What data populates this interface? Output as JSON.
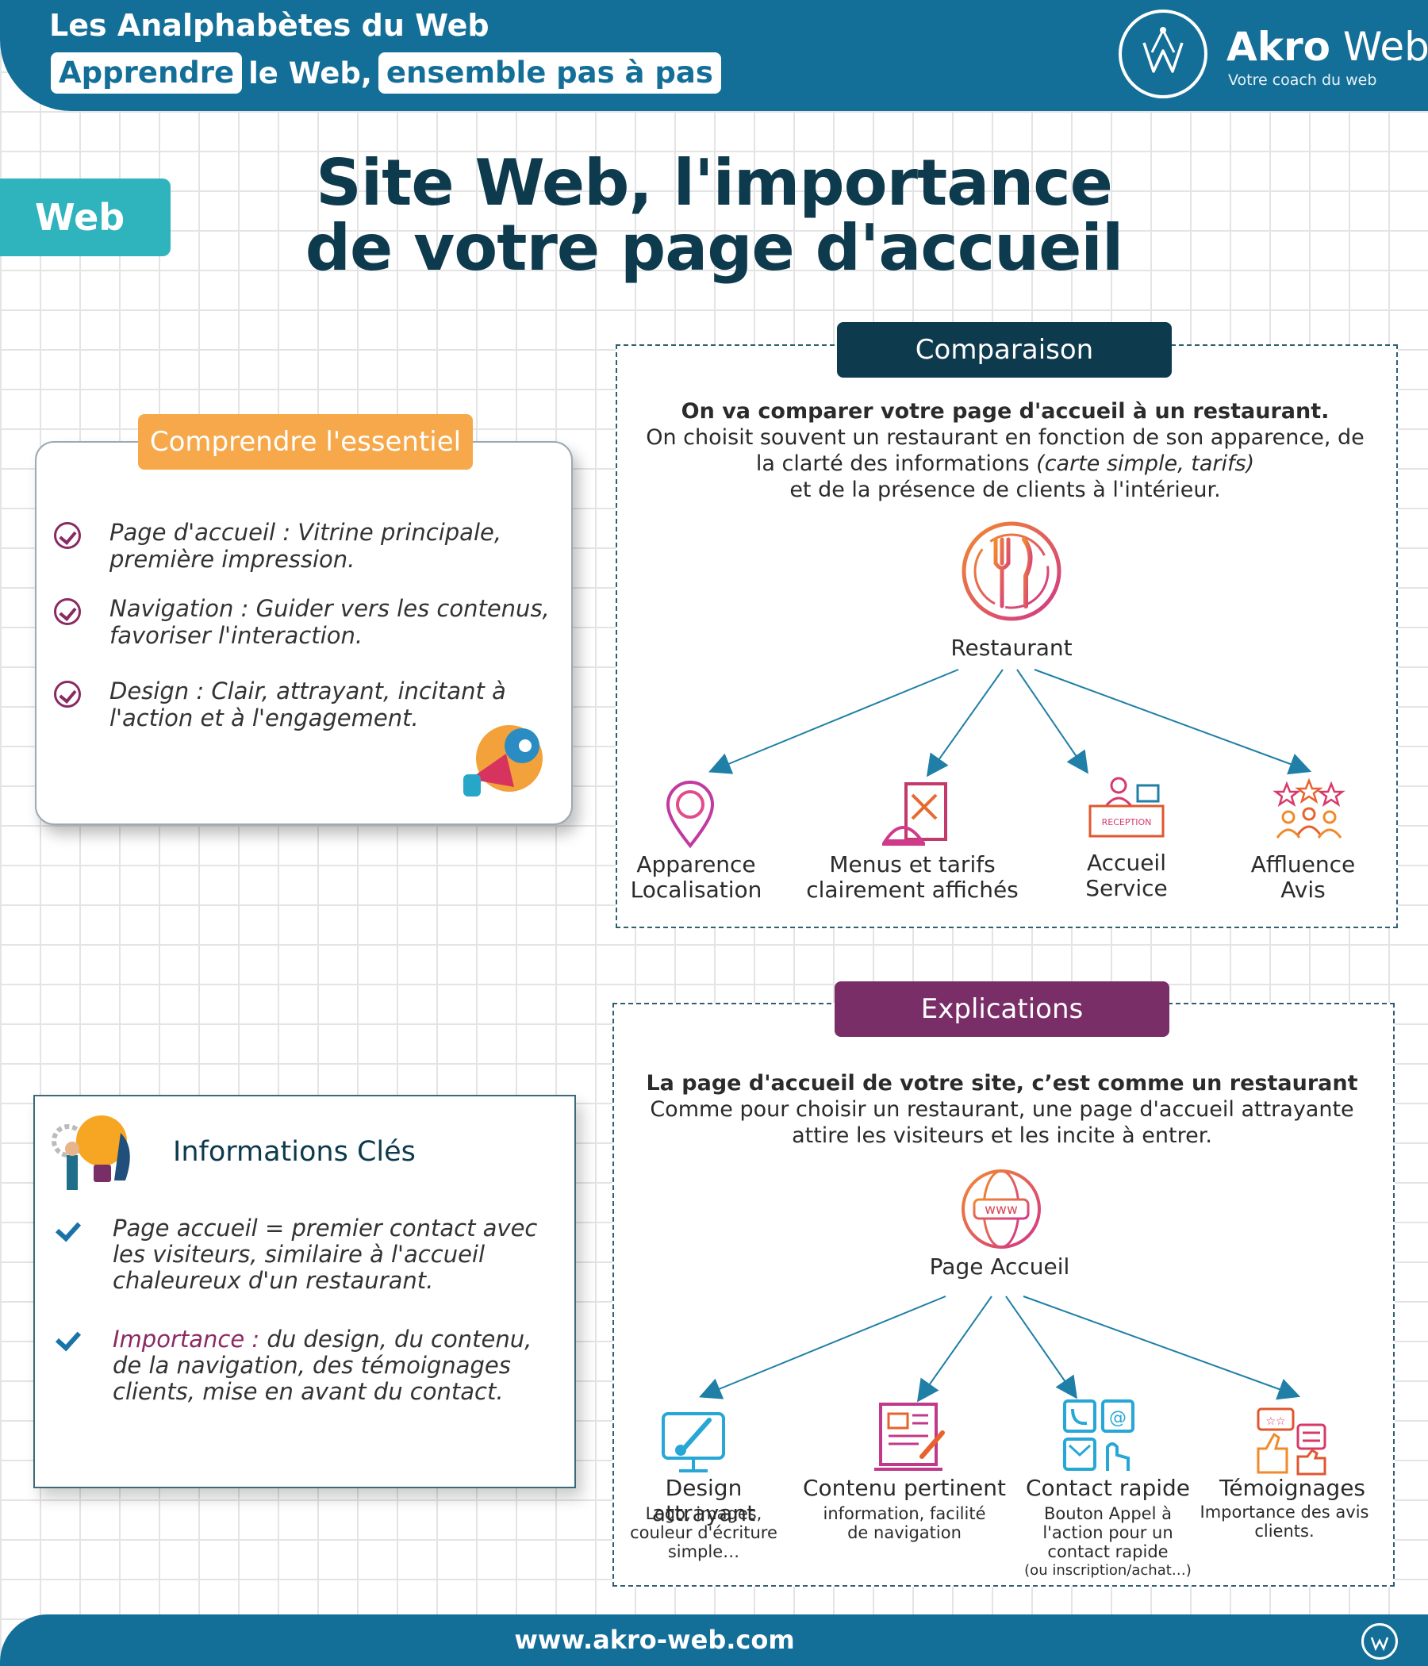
{
  "header": {
    "top_line": "Les Analphabètes du Web",
    "line2_part1": "Apprendre",
    "line2_part2": "le Web,",
    "line2_part3": "ensemble pas à pas",
    "brand_bold": "Akro",
    "brand_light": " Web",
    "tagline": "Votre coach du web"
  },
  "tag": "Web",
  "title_line1": "Site Web, l'importance",
  "title_line2": "de votre page d'accueil",
  "essentiel": {
    "header": "Comprendre l'essentiel",
    "items": [
      "Page d'accueil : Vitrine principale, première impression.",
      "Navigation : Guider vers les contenus, favoriser l'interaction.",
      "Design : Clair, attrayant, incitant à l'action et à l'engagement."
    ]
  },
  "comparaison": {
    "header": "Comparaison",
    "intro_bold": "On va comparer votre page d'accueil à un restaurant.",
    "intro_line2": "On choisit souvent un restaurant en fonction de son apparence, de",
    "intro_line3_a": "la clarté des informations ",
    "intro_line3_b": "(carte simple, tarifs)",
    "intro_line4": "et de la présence de clients à l'intérieur.",
    "center": "Restaurant",
    "reception_sign": "RECEPTION",
    "leaves": [
      {
        "l1": "Apparence",
        "l2": "Localisation"
      },
      {
        "l1": "Menus et tarifs",
        "l2": "clairement affichés"
      },
      {
        "l1": "Accueil",
        "l2": "Service"
      },
      {
        "l1": "Affluence",
        "l2": "Avis"
      }
    ]
  },
  "informations": {
    "title": "Informations Clés",
    "item1": "Page accueil = premier contact avec les visiteurs, similaire à l'accueil chaleureux d'un restaurant.",
    "item2_highlight": "Importance :",
    "item2_rest": " du design, du contenu, de la navigation, des témoignages clients, mise en avant du contact."
  },
  "explications": {
    "header": "Explications",
    "intro_bold": "La page d'accueil de votre site, c’est comme un restaurant",
    "intro_line2": "Comme pour choisir un restaurant, une page d'accueil attrayante",
    "intro_line3": "attire les visiteurs et les incite à entrer.",
    "center": "Page Accueil",
    "www": "www",
    "leaves": [
      {
        "title": "Design attrayant",
        "sub1": "Logo, images,",
        "sub2": "couleur d'écriture",
        "sub3": "simple…",
        "sub4": ""
      },
      {
        "title": "Contenu pertinent",
        "sub1": "information, facilité",
        "sub2": "de navigation",
        "sub3": "",
        "sub4": ""
      },
      {
        "title": "Contact rapide",
        "sub1": "Bouton Appel à",
        "sub2": "l'action pour un",
        "sub3": "contact rapide",
        "sub4": "(ou inscription/achat…)"
      },
      {
        "title": "Témoignages",
        "sub1": "Importance des avis",
        "sub2": "clients.",
        "sub3": "",
        "sub4": ""
      }
    ]
  },
  "footer": {
    "url": "www.akro-web.com"
  },
  "colors": {
    "header_blue": "#146f98",
    "dark_navy": "#0e3a4d",
    "teal_tag": "#2fb3bd",
    "orange_header": "#f7a84a",
    "purple_header": "#7a2e68",
    "check_purple": "#8a2a63",
    "tick_blue": "#1a73a8"
  },
  "icons": [
    "logo-icon",
    "megaphone-icon",
    "lightbulb-icon",
    "fork-knife-icon",
    "location-pin-icon",
    "menu-cloche-icon",
    "reception-desk-icon",
    "stars-people-icon",
    "globe-www-icon",
    "design-brush-icon",
    "content-page-icon",
    "contact-icon",
    "testimonial-icon"
  ]
}
